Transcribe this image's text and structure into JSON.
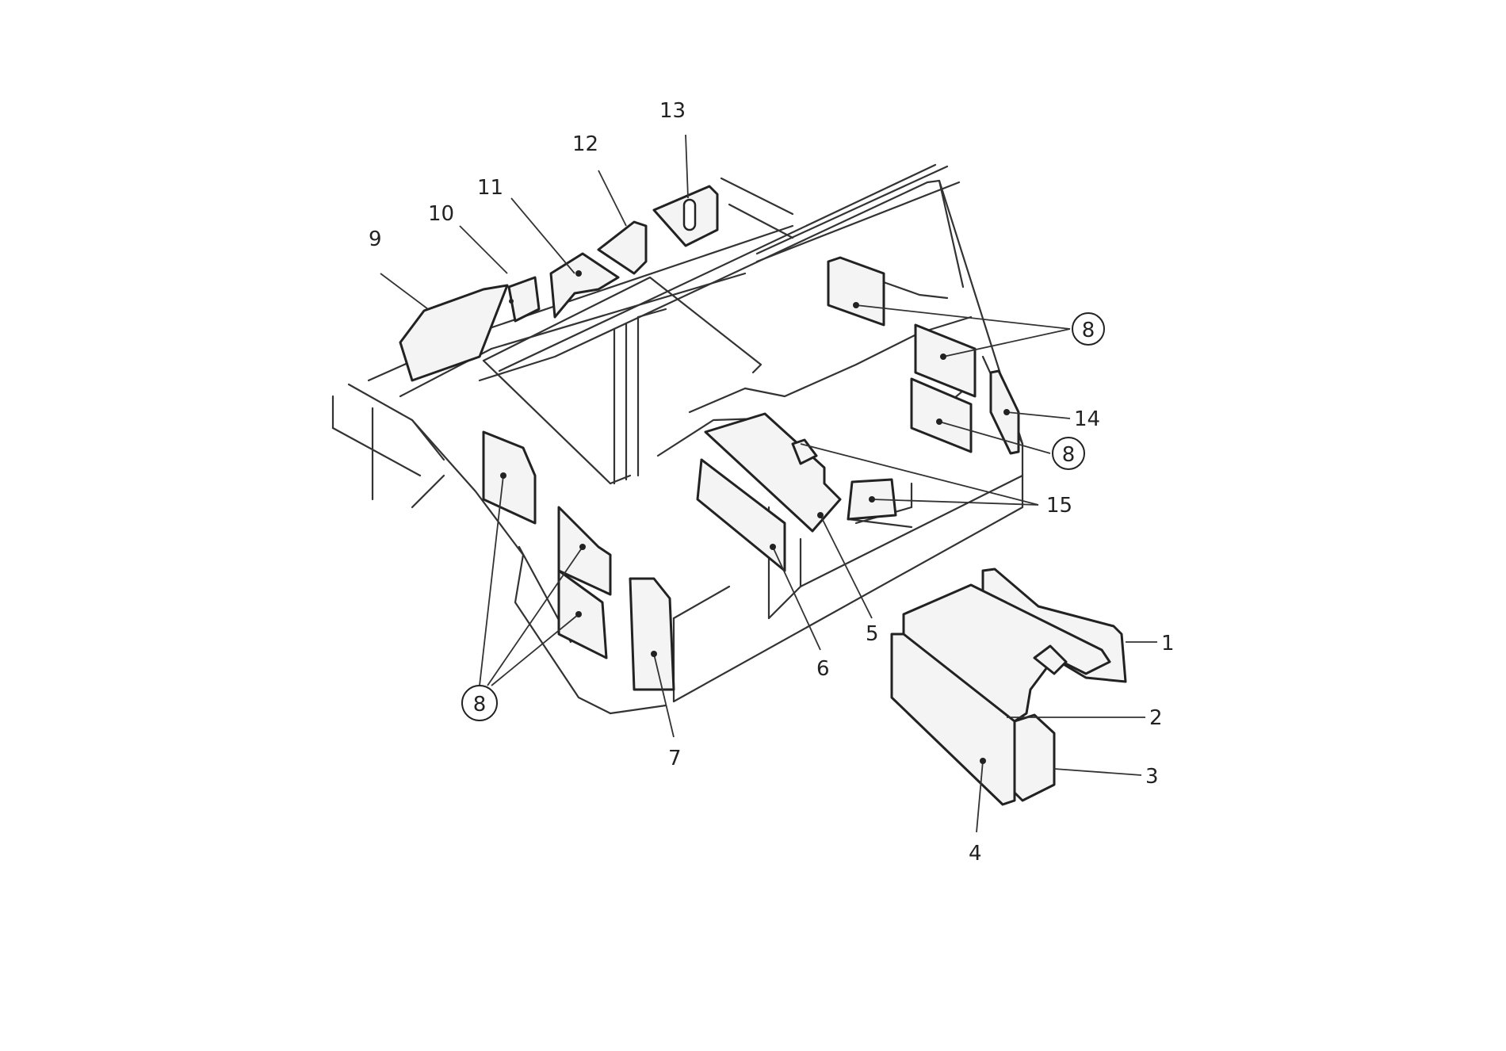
{
  "colors": {
    "line": "#333333",
    "panel_fill": "#f4f4f4",
    "background": "#ffffff"
  },
  "callouts": {
    "c1": "1",
    "c2": "2",
    "c3": "3",
    "c4": "4",
    "c5": "5",
    "c6": "6",
    "c7": "7",
    "c8a": "8",
    "c8b": "8",
    "c8c": "8",
    "c9": "9",
    "c10": "10",
    "c11": "11",
    "c12": "12",
    "c13": "13",
    "c14": "14",
    "c15": "15"
  }
}
